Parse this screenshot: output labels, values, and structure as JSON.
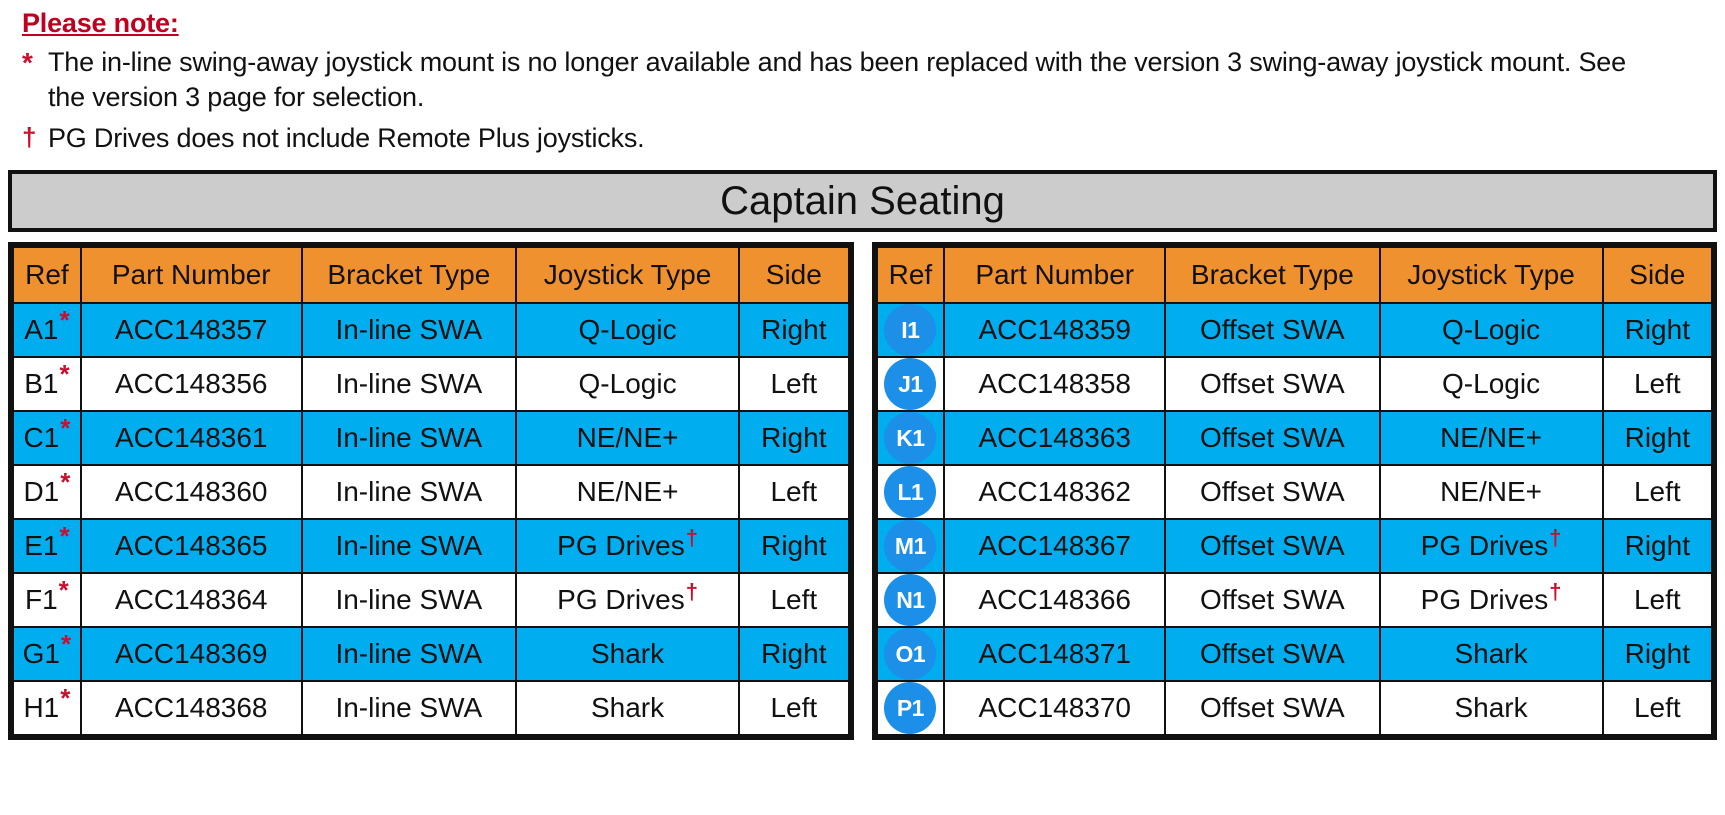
{
  "notes": {
    "title": "Please note:",
    "items": [
      {
        "marker": "*",
        "text": "The in-line swing-away joystick mount is no longer available and has been replaced with the version 3 swing-away joystick mount. See the version 3 page for selection."
      },
      {
        "marker": "†",
        "text": "PG Drives does not include Remote Plus joysticks."
      }
    ]
  },
  "banner": {
    "title": "Captain Seating"
  },
  "colors": {
    "header_orange": "#f0912f",
    "band_blue": "#00aeef",
    "badge_blue": "#1c8fe8",
    "banner_gray": "#cccccc",
    "marker_red": "#c8102e",
    "note_title_red": "#c00020",
    "border_black": "#111111"
  },
  "columns": [
    "Ref",
    "Part Number",
    "Bracket Type",
    "Joystick Type",
    "Side"
  ],
  "left_table": {
    "headers": [
      "Ref",
      "Part Number",
      "Bracket Type",
      "Joystick Type",
      "Side"
    ],
    "rows": [
      {
        "ref": "A1",
        "marker": "*",
        "part": "ACC148357",
        "bracket": "In-line SWA",
        "joystick": "Q-Logic",
        "joystick_marker": "",
        "side": "Right",
        "banded": true
      },
      {
        "ref": "B1",
        "marker": "*",
        "part": "ACC148356",
        "bracket": "In-line SWA",
        "joystick": "Q-Logic",
        "joystick_marker": "",
        "side": "Left",
        "banded": false
      },
      {
        "ref": "C1",
        "marker": "*",
        "part": "ACC148361",
        "bracket": "In-line SWA",
        "joystick": "NE/NE+",
        "joystick_marker": "",
        "side": "Right",
        "banded": true
      },
      {
        "ref": "D1",
        "marker": "*",
        "part": "ACC148360",
        "bracket": "In-line SWA",
        "joystick": "NE/NE+",
        "joystick_marker": "",
        "side": "Left",
        "banded": false
      },
      {
        "ref": "E1",
        "marker": "*",
        "part": "ACC148365",
        "bracket": "In-line SWA",
        "joystick": "PG Drives",
        "joystick_marker": "†",
        "side": "Right",
        "banded": true
      },
      {
        "ref": "F1",
        "marker": "*",
        "part": "ACC148364",
        "bracket": "In-line SWA",
        "joystick": "PG Drives",
        "joystick_marker": "†",
        "side": "Left",
        "banded": false
      },
      {
        "ref": "G1",
        "marker": "*",
        "part": "ACC148369",
        "bracket": "In-line SWA",
        "joystick": "Shark",
        "joystick_marker": "",
        "side": "Right",
        "banded": true
      },
      {
        "ref": "H1",
        "marker": "*",
        "part": "ACC148368",
        "bracket": "In-line SWA",
        "joystick": "Shark",
        "joystick_marker": "",
        "side": "Left",
        "banded": false
      }
    ]
  },
  "right_table": {
    "headers": [
      "Ref",
      "Part Number",
      "Bracket Type",
      "Joystick Type",
      "Side"
    ],
    "rows": [
      {
        "ref": "I1",
        "part": "ACC148359",
        "bracket": "Offset SWA",
        "joystick": "Q-Logic",
        "joystick_marker": "",
        "side": "Right",
        "banded": true
      },
      {
        "ref": "J1",
        "part": "ACC148358",
        "bracket": "Offset SWA",
        "joystick": "Q-Logic",
        "joystick_marker": "",
        "side": "Left",
        "banded": false
      },
      {
        "ref": "K1",
        "part": "ACC148363",
        "bracket": "Offset SWA",
        "joystick": "NE/NE+",
        "joystick_marker": "",
        "side": "Right",
        "banded": true
      },
      {
        "ref": "L1",
        "part": "ACC148362",
        "bracket": "Offset SWA",
        "joystick": "NE/NE+",
        "joystick_marker": "",
        "side": "Left",
        "banded": false
      },
      {
        "ref": "M1",
        "part": "ACC148367",
        "bracket": "Offset SWA",
        "joystick": "PG Drives",
        "joystick_marker": "†",
        "side": "Right",
        "banded": true
      },
      {
        "ref": "N1",
        "part": "ACC148366",
        "bracket": "Offset SWA",
        "joystick": "PG Drives",
        "joystick_marker": "†",
        "side": "Left",
        "banded": false
      },
      {
        "ref": "O1",
        "part": "ACC148371",
        "bracket": "Offset SWA",
        "joystick": "Shark",
        "joystick_marker": "",
        "side": "Right",
        "banded": true
      },
      {
        "ref": "P1",
        "part": "ACC148370",
        "bracket": "Offset SWA",
        "joystick": "Shark",
        "joystick_marker": "",
        "side": "Left",
        "banded": false
      }
    ]
  }
}
